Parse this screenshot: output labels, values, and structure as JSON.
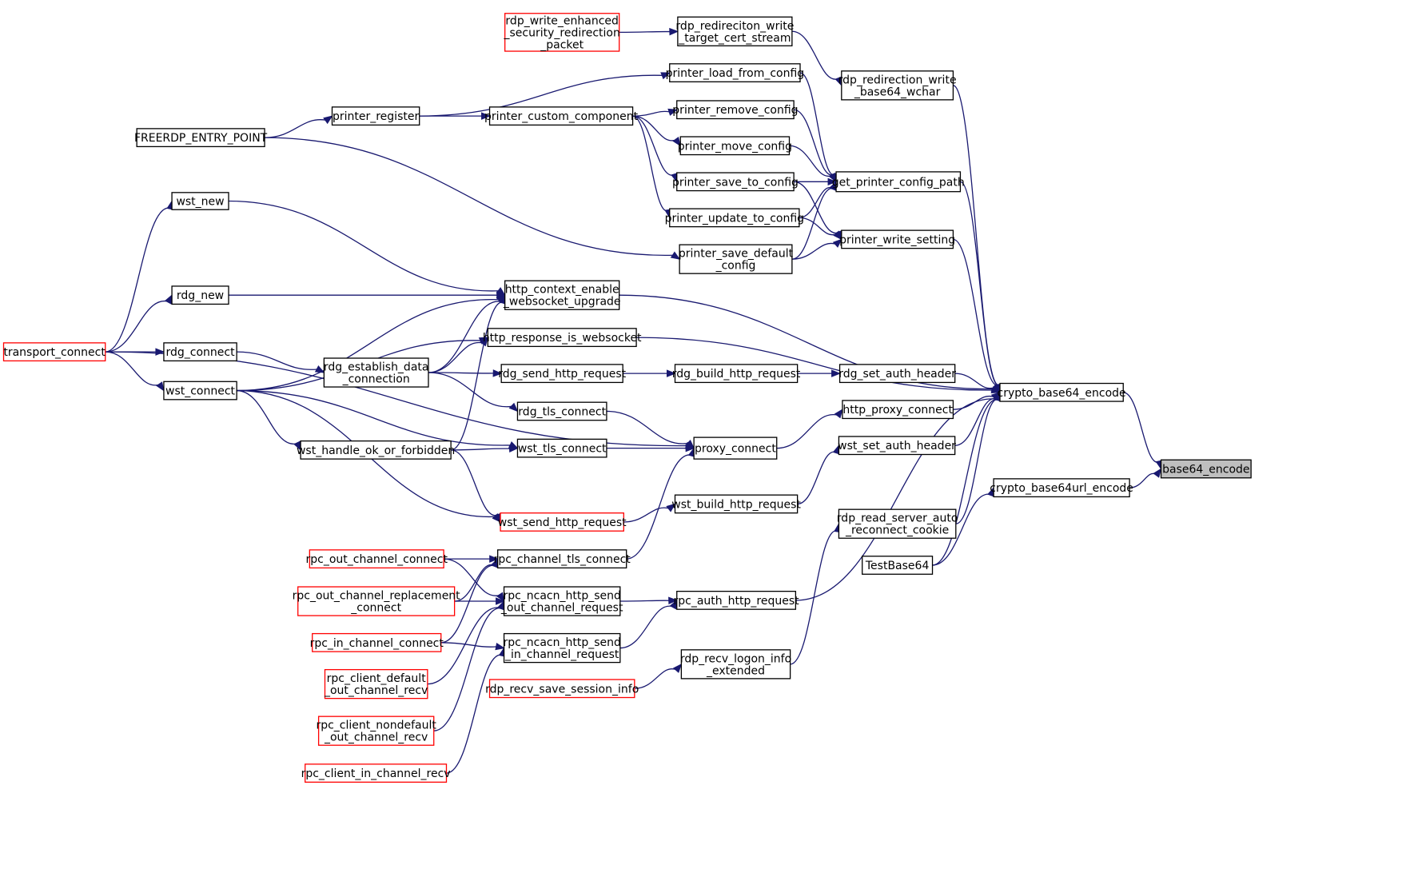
{
  "graph": {
    "nodes": [
      {
        "id": "base64_encode",
        "lines": [
          "base64_encode"
        ],
        "style": "root"
      },
      {
        "id": "crypto_base64_encode",
        "lines": [
          "crypto_base64_encode"
        ],
        "style": "normal"
      },
      {
        "id": "crypto_base64url_encode",
        "lines": [
          "crypto_base64url_encode"
        ],
        "style": "normal"
      },
      {
        "id": "get_printer_config_path",
        "lines": [
          "get_printer_config_path"
        ],
        "style": "normal"
      },
      {
        "id": "http_context_enable_websocket_upgrade",
        "lines": [
          "http_context_enable",
          "_websocket_upgrade"
        ],
        "style": "normal"
      },
      {
        "id": "http_response_is_websocket",
        "lines": [
          "http_response_is_websocket"
        ],
        "style": "normal"
      },
      {
        "id": "rdg_set_auth_header",
        "lines": [
          "rdg_set_auth_header"
        ],
        "style": "normal"
      },
      {
        "id": "http_proxy_connect",
        "lines": [
          "http_proxy_connect"
        ],
        "style": "normal"
      },
      {
        "id": "wst_set_auth_header",
        "lines": [
          "wst_set_auth_header"
        ],
        "style": "normal"
      },
      {
        "id": "rdp_read_server_auto_reconnect_cookie",
        "lines": [
          "rdp_read_server_auto",
          "_reconnect_cookie"
        ],
        "style": "normal"
      },
      {
        "id": "TestBase64",
        "lines": [
          "TestBase64"
        ],
        "style": "normal"
      },
      {
        "id": "rdp_redirection_write_base64_wchar",
        "lines": [
          "rdp_redirection_write",
          "_base64_wchar"
        ],
        "style": "normal"
      },
      {
        "id": "printer_write_setting",
        "lines": [
          "printer_write_setting"
        ],
        "style": "normal"
      },
      {
        "id": "rdp_redireciton_write_target_cert_stream",
        "lines": [
          "rdp_redireciton_write",
          "_target_cert_stream"
        ],
        "style": "normal"
      },
      {
        "id": "rdp_write_enhanced_security_redirection_packet",
        "lines": [
          "rdp_write_enhanced",
          "_security_redirection",
          "_packet"
        ],
        "style": "red"
      },
      {
        "id": "printer_load_from_config",
        "lines": [
          "printer_load_from_config"
        ],
        "style": "normal"
      },
      {
        "id": "printer_remove_config",
        "lines": [
          "printer_remove_config"
        ],
        "style": "normal"
      },
      {
        "id": "printer_move_config",
        "lines": [
          "printer_move_config"
        ],
        "style": "normal"
      },
      {
        "id": "printer_save_to_config",
        "lines": [
          "printer_save_to_config"
        ],
        "style": "normal"
      },
      {
        "id": "printer_update_to_config",
        "lines": [
          "printer_update_to_config"
        ],
        "style": "normal"
      },
      {
        "id": "printer_save_default_config",
        "lines": [
          "printer_save_default",
          "_config"
        ],
        "style": "normal"
      },
      {
        "id": "printer_custom_component",
        "lines": [
          "printer_custom_component"
        ],
        "style": "normal"
      },
      {
        "id": "printer_register",
        "lines": [
          "printer_register"
        ],
        "style": "normal"
      },
      {
        "id": "FREERDP_ENTRY_POINT",
        "lines": [
          "FREERDP_ENTRY_POINT"
        ],
        "style": "normal"
      },
      {
        "id": "rdg_build_http_request",
        "lines": [
          "rdg_build_http_request"
        ],
        "style": "normal"
      },
      {
        "id": "rdg_send_http_request",
        "lines": [
          "rdg_send_http_request"
        ],
        "style": "normal"
      },
      {
        "id": "rdg_establish_data_connection",
        "lines": [
          "rdg_establish_data",
          "_connection"
        ],
        "style": "normal"
      },
      {
        "id": "proxy_connect",
        "lines": [
          "proxy_connect"
        ],
        "style": "normal"
      },
      {
        "id": "rdg_tls_connect",
        "lines": [
          "rdg_tls_connect"
        ],
        "style": "normal"
      },
      {
        "id": "wst_tls_connect",
        "lines": [
          "wst_tls_connect"
        ],
        "style": "normal"
      },
      {
        "id": "wst_build_http_request",
        "lines": [
          "wst_build_http_request"
        ],
        "style": "normal"
      },
      {
        "id": "wst_send_http_request",
        "lines": [
          "wst_send_http_request"
        ],
        "style": "red"
      },
      {
        "id": "rpc_channel_tls_connect",
        "lines": [
          "rpc_channel_tls_connect"
        ],
        "style": "normal"
      },
      {
        "id": "rpc_auth_http_request",
        "lines": [
          "rpc_auth_http_request"
        ],
        "style": "normal"
      },
      {
        "id": "rpc_ncacn_http_send_out_channel_request",
        "lines": [
          "rpc_ncacn_http_send",
          "_out_channel_request"
        ],
        "style": "normal"
      },
      {
        "id": "rpc_ncacn_http_send_in_channel_request",
        "lines": [
          "rpc_ncacn_http_send",
          "_in_channel_request"
        ],
        "style": "normal"
      },
      {
        "id": "rdp_recv_logon_info_extended",
        "lines": [
          "rdp_recv_logon_info",
          "_extended"
        ],
        "style": "normal"
      },
      {
        "id": "rdp_recv_save_session_info",
        "lines": [
          "rdp_recv_save_session_info"
        ],
        "style": "red"
      },
      {
        "id": "wst_new",
        "lines": [
          "wst_new"
        ],
        "style": "normal"
      },
      {
        "id": "rdg_new",
        "lines": [
          "rdg_new"
        ],
        "style": "normal"
      },
      {
        "id": "rdg_connect",
        "lines": [
          "rdg_connect"
        ],
        "style": "normal"
      },
      {
        "id": "wst_connect",
        "lines": [
          "wst_connect"
        ],
        "style": "normal"
      },
      {
        "id": "wst_handle_ok_or_forbidden",
        "lines": [
          "wst_handle_ok_or_forbidden"
        ],
        "style": "normal"
      },
      {
        "id": "transport_connect",
        "lines": [
          "transport_connect"
        ],
        "style": "red"
      },
      {
        "id": "rpc_out_channel_connect",
        "lines": [
          "rpc_out_channel_connect"
        ],
        "style": "red"
      },
      {
        "id": "rpc_out_channel_replacement_connect",
        "lines": [
          "rpc_out_channel_replacement",
          "_connect"
        ],
        "style": "red"
      },
      {
        "id": "rpc_in_channel_connect",
        "lines": [
          "rpc_in_channel_connect"
        ],
        "style": "red"
      },
      {
        "id": "rpc_client_default_out_channel_recv",
        "lines": [
          "rpc_client_default",
          "_out_channel_recv"
        ],
        "style": "red"
      },
      {
        "id": "rpc_client_nondefault_out_channel_recv",
        "lines": [
          "rpc_client_nondefault",
          "_out_channel_recv"
        ],
        "style": "red"
      },
      {
        "id": "rpc_client_in_channel_recv",
        "lines": [
          "rpc_client_in_channel_recv"
        ],
        "style": "red"
      }
    ],
    "edges": [
      {
        "from": "crypto_base64_encode",
        "to": "base64_encode"
      },
      {
        "from": "crypto_base64url_encode",
        "to": "base64_encode"
      },
      {
        "from": "get_printer_config_path",
        "to": "crypto_base64_encode"
      },
      {
        "from": "http_context_enable_websocket_upgrade",
        "to": "crypto_base64_encode"
      },
      {
        "from": "http_response_is_websocket",
        "to": "crypto_base64_encode"
      },
      {
        "from": "rdg_set_auth_header",
        "to": "crypto_base64_encode"
      },
      {
        "from": "http_proxy_connect",
        "to": "crypto_base64_encode"
      },
      {
        "from": "wst_set_auth_header",
        "to": "crypto_base64_encode"
      },
      {
        "from": "rdp_read_server_auto_reconnect_cookie",
        "to": "crypto_base64_encode"
      },
      {
        "from": "TestBase64",
        "to": "crypto_base64_encode"
      },
      {
        "from": "rdp_redirection_write_base64_wchar",
        "to": "crypto_base64_encode"
      },
      {
        "from": "printer_write_setting",
        "to": "crypto_base64_encode"
      },
      {
        "from": "rpc_auth_http_request",
        "to": "crypto_base64_encode"
      },
      {
        "from": "TestBase64",
        "to": "crypto_base64url_encode"
      },
      {
        "from": "rdp_redireciton_write_target_cert_stream",
        "to": "rdp_redirection_write_base64_wchar"
      },
      {
        "from": "rdp_write_enhanced_security_redirection_packet",
        "to": "rdp_redireciton_write_target_cert_stream"
      },
      {
        "from": "printer_load_from_config",
        "to": "get_printer_config_path"
      },
      {
        "from": "printer_remove_config",
        "to": "get_printer_config_path"
      },
      {
        "from": "printer_move_config",
        "to": "get_printer_config_path"
      },
      {
        "from": "printer_save_to_config",
        "to": "get_printer_config_path"
      },
      {
        "from": "printer_update_to_config",
        "to": "get_printer_config_path"
      },
      {
        "from": "printer_save_default_config",
        "to": "get_printer_config_path"
      },
      {
        "from": "printer_save_to_config",
        "to": "printer_write_setting"
      },
      {
        "from": "printer_update_to_config",
        "to": "printer_write_setting"
      },
      {
        "from": "printer_save_default_config",
        "to": "printer_write_setting"
      },
      {
        "from": "printer_register",
        "to": "printer_load_from_config"
      },
      {
        "from": "printer_custom_component",
        "to": "printer_remove_config"
      },
      {
        "from": "printer_custom_component",
        "to": "printer_move_config"
      },
      {
        "from": "printer_custom_component",
        "to": "printer_save_to_config"
      },
      {
        "from": "printer_custom_component",
        "to": "printer_update_to_config"
      },
      {
        "from": "printer_register",
        "to": "printer_custom_component"
      },
      {
        "from": "FREERDP_ENTRY_POINT",
        "to": "printer_register"
      },
      {
        "from": "FREERDP_ENTRY_POINT",
        "to": "printer_save_default_config"
      },
      {
        "from": "rdg_build_http_request",
        "to": "rdg_set_auth_header"
      },
      {
        "from": "rdg_send_http_request",
        "to": "rdg_build_http_request"
      },
      {
        "from": "rdg_establish_data_connection",
        "to": "rdg_send_http_request"
      },
      {
        "from": "rdg_establish_data_connection",
        "to": "http_response_is_websocket"
      },
      {
        "from": "rdg_establish_data_connection",
        "to": "http_context_enable_websocket_upgrade"
      },
      {
        "from": "rdg_establish_data_connection",
        "to": "rdg_tls_connect"
      },
      {
        "from": "rdg_connect",
        "to": "rdg_establish_data_connection"
      },
      {
        "from": "proxy_connect",
        "to": "http_proxy_connect"
      },
      {
        "from": "rdg_tls_connect",
        "to": "proxy_connect"
      },
      {
        "from": "wst_tls_connect",
        "to": "proxy_connect"
      },
      {
        "from": "rpc_channel_tls_connect",
        "to": "proxy_connect"
      },
      {
        "from": "transport_connect",
        "to": "proxy_connect"
      },
      {
        "from": "wst_build_http_request",
        "to": "wst_set_auth_header"
      },
      {
        "from": "wst_send_http_request",
        "to": "wst_build_http_request"
      },
      {
        "from": "wst_connect",
        "to": "wst_send_http_request"
      },
      {
        "from": "wst_handle_ok_or_forbidden",
        "to": "wst_send_http_request"
      },
      {
        "from": "wst_connect",
        "to": "wst_tls_connect"
      },
      {
        "from": "wst_handle_ok_or_forbidden",
        "to": "wst_tls_connect"
      },
      {
        "from": "wst_connect",
        "to": "wst_handle_ok_or_forbidden"
      },
      {
        "from": "wst_connect",
        "to": "http_context_enable_websocket_upgrade"
      },
      {
        "from": "wst_connect",
        "to": "http_response_is_websocket"
      },
      {
        "from": "wst_handle_ok_or_forbidden",
        "to": "http_context_enable_websocket_upgrade"
      },
      {
        "from": "wst_new",
        "to": "http_context_enable_websocket_upgrade"
      },
      {
        "from": "rdg_new",
        "to": "http_context_enable_websocket_upgrade"
      },
      {
        "from": "transport_connect",
        "to": "wst_new"
      },
      {
        "from": "transport_connect",
        "to": "rdg_new"
      },
      {
        "from": "transport_connect",
        "to": "rdg_connect"
      },
      {
        "from": "transport_connect",
        "to": "wst_connect"
      },
      {
        "from": "rpc_ncacn_http_send_out_channel_request",
        "to": "rpc_auth_http_request"
      },
      {
        "from": "rpc_ncacn_http_send_in_channel_request",
        "to": "rpc_auth_http_request"
      },
      {
        "from": "rdp_recv_logon_info_extended",
        "to": "rdp_read_server_auto_reconnect_cookie"
      },
      {
        "from": "rdp_recv_save_session_info",
        "to": "rdp_recv_logon_info_extended"
      },
      {
        "from": "rpc_out_channel_connect",
        "to": "rpc_channel_tls_connect"
      },
      {
        "from": "rpc_out_channel_replacement_connect",
        "to": "rpc_channel_tls_connect"
      },
      {
        "from": "rpc_in_channel_connect",
        "to": "rpc_channel_tls_connect"
      },
      {
        "from": "rpc_out_channel_connect",
        "to": "rpc_ncacn_http_send_out_channel_request"
      },
      {
        "from": "rpc_out_channel_replacement_connect",
        "to": "rpc_ncacn_http_send_out_channel_request"
      },
      {
        "from": "rpc_client_default_out_channel_recv",
        "to": "rpc_ncacn_http_send_out_channel_request"
      },
      {
        "from": "rpc_client_nondefault_out_channel_recv",
        "to": "rpc_ncacn_http_send_out_channel_request"
      },
      {
        "from": "rpc_in_channel_connect",
        "to": "rpc_ncacn_http_send_in_channel_request"
      },
      {
        "from": "rpc_client_in_channel_recv",
        "to": "rpc_ncacn_http_send_in_channel_request"
      }
    ]
  }
}
